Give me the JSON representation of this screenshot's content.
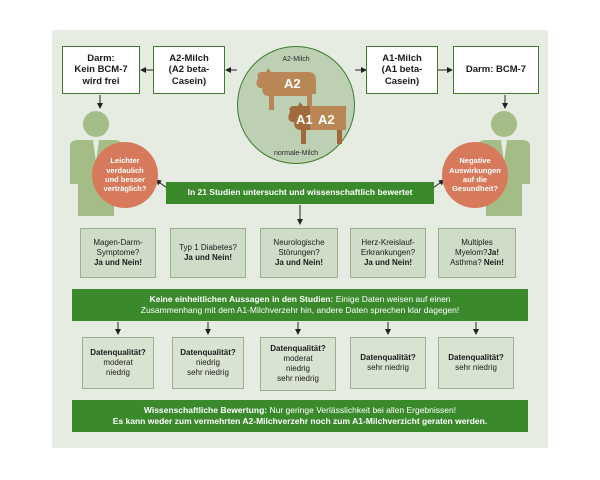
{
  "top": {
    "left_outcome": [
      "Darm:",
      "Kein BCM-7",
      "wird frei"
    ],
    "a2_milk": [
      "A2-Milch",
      "(A2 beta-",
      "Casein)"
    ],
    "a1_milk": [
      "A1-Milch",
      "(A1 beta-",
      "Casein)"
    ],
    "right_outcome": "Darm: BCM-7"
  },
  "center_circle": {
    "top_label": "A2-Milch",
    "cow_a2": "A2",
    "cow_a1": "A1",
    "cow_a1_a2": "A2",
    "bottom_label": "normale-Milch"
  },
  "questions": {
    "left": [
      "Leichter",
      "verdaulich",
      "und besser",
      "verträglich?"
    ],
    "right": [
      "Negative",
      "Auswirkungen",
      "auf die",
      "Gesundheit?"
    ]
  },
  "studies_bar": "In 21 Studien untersucht und wissenschaftlich bewertet",
  "findings": [
    {
      "lines": [
        "Magen-Darm-",
        "Symptome?"
      ],
      "answer": "Ja und Nein!"
    },
    {
      "lines": [
        "Typ 1 Diabetes?"
      ],
      "answer": "Ja und Nein!"
    },
    {
      "lines": [
        "Neurologische",
        "Störungen?"
      ],
      "answer": "Ja und Nein!"
    },
    {
      "lines": [
        "Herz-Kreislauf-",
        "Erkrankungen?"
      ],
      "answer": "Ja und Nein!"
    },
    {
      "lines": [
        "Multiples",
        "Myelom?"
      ],
      "inline_answer": "Ja!",
      "line2_pre": "Asthma?",
      "answer": "Nein!"
    }
  ],
  "statement_bar": {
    "bold": "Keine einheitlichen Aussagen in den Studien:",
    "rest_line1": " Einige Daten weisen auf einen",
    "line2": "Zusammenhang mit dem A1-Milchverzehr hin, andere Daten sprechen klar dagegen!"
  },
  "quality": [
    {
      "title": "Datenqualität?",
      "lines": [
        "moderat",
        "niedrig"
      ]
    },
    {
      "title": "Datenqualität?",
      "lines": [
        "niedrig",
        "sehr niedrig"
      ]
    },
    {
      "title": "Datenqualität?",
      "lines": [
        "moderat",
        "niedrig",
        "sehr niedrig"
      ]
    },
    {
      "title": "Datenqualität?",
      "lines": [
        "sehr niedrig"
      ]
    },
    {
      "title": "Datenqualität?",
      "lines": [
        "sehr niedrig"
      ]
    }
  ],
  "conclusion": {
    "bold": "Wissenschaftliche Bewertung:",
    "rest_line1": " Nur geringe Verlässlichkeit bei allen Ergebnissen!",
    "line2": "Es kann weder zum vermehrten A2-Milchverzehr noch zum A1-Milchverzicht geraten werden."
  },
  "colors": {
    "panel": "#e6ece2",
    "green": "#3a8a2c",
    "circle": "#bed0b4",
    "cow": "#b98655",
    "cow_dark": "#8a5a30",
    "question": "#d77a5c",
    "person": "#a4bd86"
  }
}
